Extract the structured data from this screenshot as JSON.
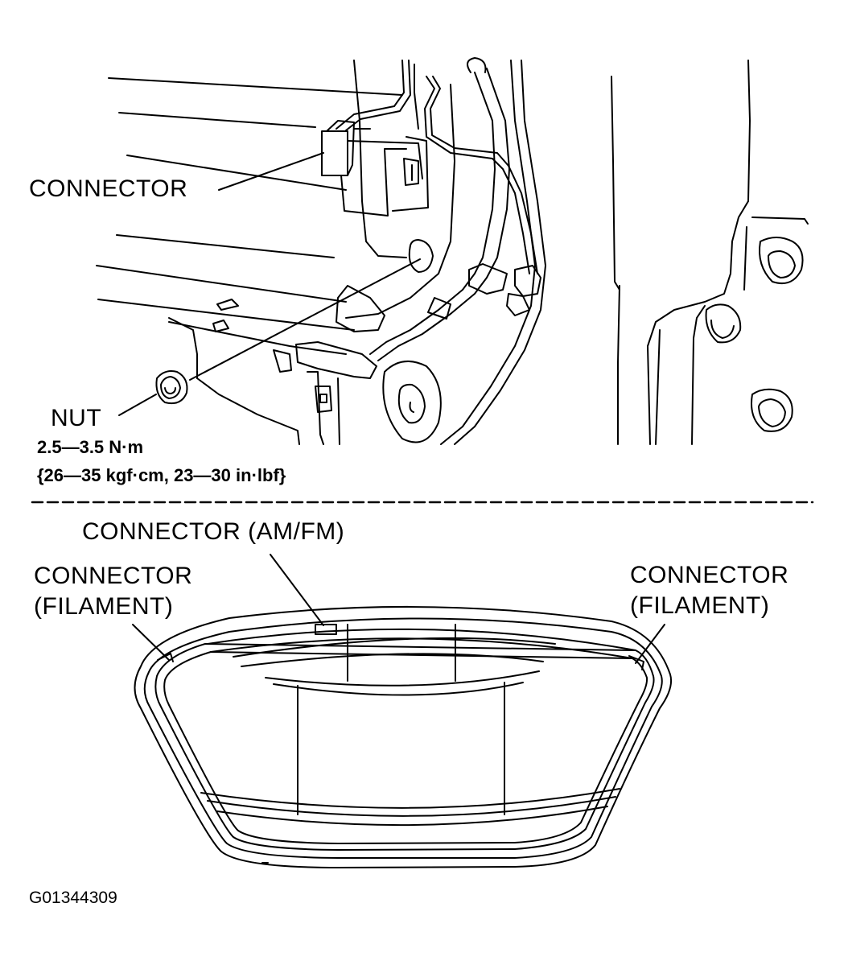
{
  "labels": {
    "connector_top": "CONNECTOR",
    "nut": "NUT",
    "torque_nm": "2.5—3.5 N·m",
    "torque_alt": "{26—35 kgf·cm, 23—30 in·lbf}",
    "connector_amfm": "CONNECTOR (AM/FM)",
    "connector_filament_left_1": "CONNECTOR",
    "connector_filament_left_2": "(FILAMENT)",
    "connector_filament_right_1": "CONNECTOR",
    "connector_filament_right_2": "(FILAMENT)",
    "figure_id": "G01344309"
  }
}
